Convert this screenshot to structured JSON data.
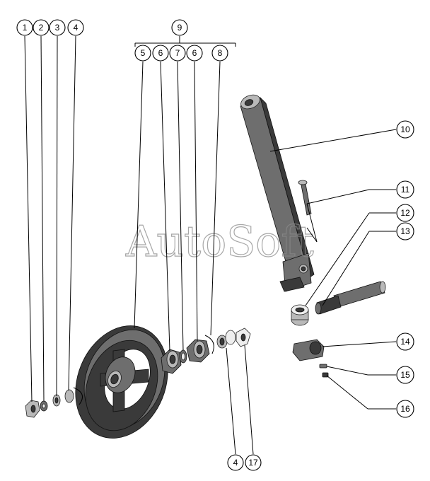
{
  "watermark": "AutoSoft",
  "callouts": {
    "c1": "1",
    "c2": "2",
    "c3": "3",
    "c4a": "4",
    "c9": "9",
    "c5": "5",
    "c6a": "6",
    "c7": "7",
    "c6b": "6",
    "c8": "8",
    "c10": "10",
    "c11": "11",
    "c12": "12",
    "c13": "13",
    "c14": "14",
    "c15": "15",
    "c16": "16",
    "c4b": "4",
    "c17": "17"
  }
}
